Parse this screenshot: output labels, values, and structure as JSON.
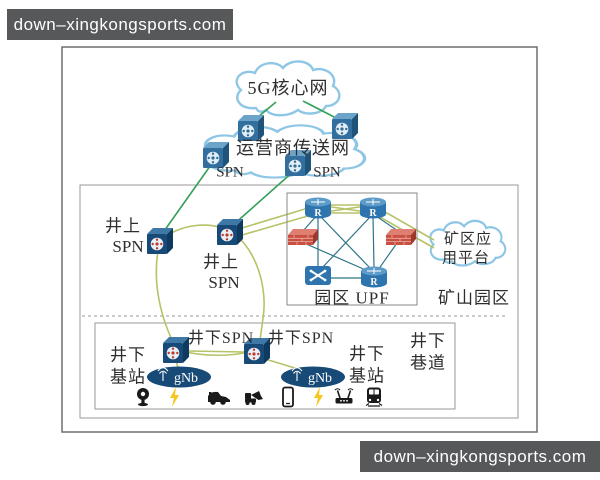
{
  "watermarks": {
    "top": "down–xingkongsports.com",
    "bottom": "down–xingkongsports.com"
  },
  "clouds": {
    "core_network": "5G核心网",
    "transport_network": "运营商传送网",
    "app_platform_line1": "矿区应",
    "app_platform_line2": "用平台"
  },
  "labels": {
    "spn_under_cloud_left": "SPN",
    "spn_under_cloud_right": "SPN",
    "surface_spn_left_line1": "井上",
    "surface_spn_left_line2": "SPN",
    "surface_spn_center_line1": "井上",
    "surface_spn_center_line2": "SPN",
    "campus_upf": "园区 UPF",
    "mine_campus": "矿山园区",
    "underground_spn_left": "井下SPN",
    "underground_spn_right": "井下SPN",
    "underground_bs_left_line1": "井下",
    "underground_bs_left_line2": "基站",
    "underground_bs_right_line1": "井下",
    "underground_bs_right_line2": "基站",
    "tunnel_line1": "井下",
    "tunnel_line2": "巷道",
    "router_r": "R",
    "gnb_left": "gNb",
    "gnb_right": "gNb"
  },
  "colors": {
    "watermark_bg": "#57585a",
    "green_link": "#34a05a",
    "olive_ring": "#b7c267",
    "teal_mesh": "#2d7585",
    "cloud_stroke": "#8ec6e6",
    "steel_cube": "#336f9e",
    "navy_cube": "#174a77",
    "router_blue": "#2e74ae",
    "firewall_red": "#c94f41",
    "lightning_yellow": "#f6c51e"
  },
  "topology": {
    "nodes": [
      {
        "name": "5g-core-cloud",
        "type": "cloud"
      },
      {
        "name": "operator-transport-cloud",
        "type": "cloud"
      },
      {
        "name": "transport-spn-1",
        "type": "spn-switch"
      },
      {
        "name": "transport-spn-2",
        "type": "spn-switch"
      },
      {
        "name": "transport-spn-3",
        "type": "spn-switch"
      },
      {
        "name": "transport-spn-4",
        "type": "spn-switch"
      },
      {
        "name": "surface-spn-left",
        "type": "spn-switch"
      },
      {
        "name": "surface-spn-center",
        "type": "spn-switch"
      },
      {
        "name": "upf-router-top-left",
        "type": "router"
      },
      {
        "name": "upf-router-top-right",
        "type": "router"
      },
      {
        "name": "upf-firewall-left",
        "type": "firewall"
      },
      {
        "name": "upf-firewall-right",
        "type": "firewall"
      },
      {
        "name": "upf-switch-bottom-left",
        "type": "switch"
      },
      {
        "name": "upf-router-bottom-right",
        "type": "router"
      },
      {
        "name": "mine-app-platform-cloud",
        "type": "cloud"
      },
      {
        "name": "underground-spn-left",
        "type": "spn-switch"
      },
      {
        "name": "underground-spn-right",
        "type": "spn-switch"
      },
      {
        "name": "gnb-left",
        "type": "base-station"
      },
      {
        "name": "gnb-right",
        "type": "base-station"
      }
    ],
    "terminal_icons": [
      "webcam-icon",
      "lightning-icon",
      "loader-icon",
      "excavator-icon",
      "phone-icon",
      "lightning-icon",
      "wifi-router-icon",
      "train-icon"
    ]
  }
}
